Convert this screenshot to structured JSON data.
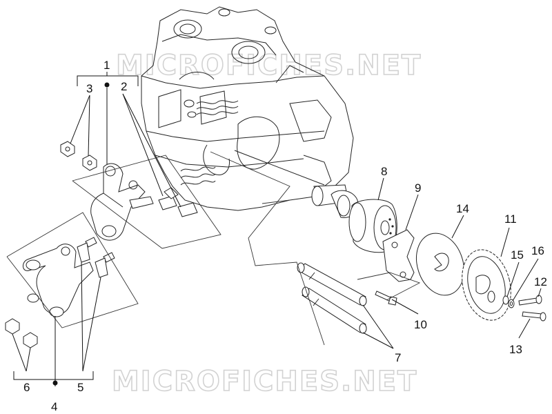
{
  "watermarks": [
    "MICROFICHES.NET",
    "MICROFICHES.NET"
  ],
  "callouts": {
    "c1": "1",
    "c2": "2",
    "c3": "3",
    "c4": "4",
    "c5": "5",
    "c6": "6",
    "c7": "7",
    "c8": "8",
    "c9": "9",
    "c10": "10",
    "c11": "11",
    "c12": "12",
    "c13": "13",
    "c14": "14",
    "c15": "15",
    "c16": "16"
  }
}
